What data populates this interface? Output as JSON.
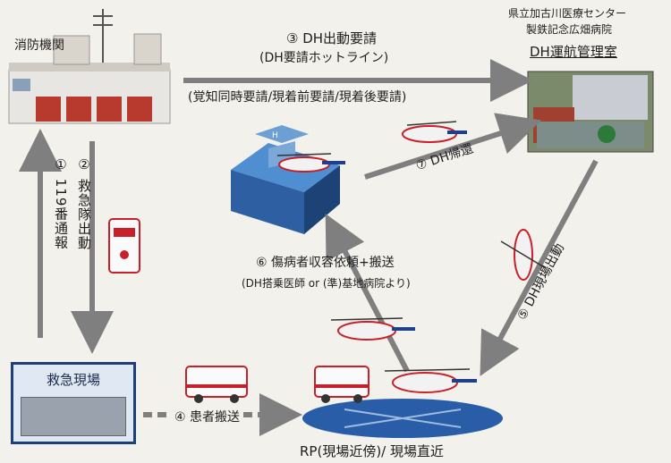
{
  "nodes": {
    "fire_dept": {
      "label": "消防機関"
    },
    "dh_control": {
      "hospital_line1": "県立加古川医療センター",
      "hospital_line2": "製鉄記念広畑病院",
      "room": "DH運航管理室"
    },
    "emergency_site": {
      "label": "救急現場"
    },
    "landing": {
      "label": "RP(現場近傍)/ 現場直近"
    }
  },
  "edges": {
    "e1": {
      "label": "① 119番通報"
    },
    "e2": {
      "label": "② 救急隊出動"
    },
    "e3": {
      "label": "③ DH出動要請",
      "sub1": "(DH要請ホットライン)",
      "sub2": "(覚知同時要請/現着前要請/現着後要請)"
    },
    "e4": {
      "label": "④ 患者搬送"
    },
    "e5": {
      "label": "⑤ DH現場出動"
    },
    "e6": {
      "label": "⑥ 傷病者収容依頼+搬送",
      "sub": "(DH搭乗医師 or (準)基地病院より)"
    },
    "e7": {
      "label": "⑦ DH帰還"
    }
  },
  "colors": {
    "arrow": "#7f7f7f",
    "box_border": "#1f3f7a",
    "heli_red": "#c8202a",
    "heli_blue": "#1f3f8a",
    "pad": "#2a5da8"
  }
}
